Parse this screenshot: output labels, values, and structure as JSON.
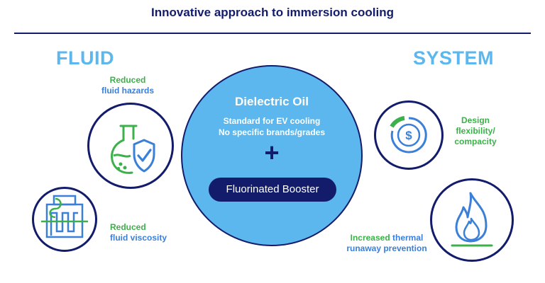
{
  "header": {
    "title": "Innovative approach to immersion cooling"
  },
  "sections": {
    "left_heading": "FLUID",
    "right_heading": "SYSTEM"
  },
  "center": {
    "title": "Dielectric Oil",
    "line1": "Standard for EV cooling",
    "line2": "No specific brands/grades",
    "plus": "+",
    "booster": "Fluorinated Booster"
  },
  "benefits": {
    "hazard": {
      "line1": "Reduced",
      "line2": "fluid hazards"
    },
    "viscosity": {
      "line1": "Reduced",
      "line2": "fluid viscosity"
    },
    "design": {
      "line1": "Design",
      "line2": "flexibility/",
      "line3": "compacity"
    },
    "thermal": {
      "line1a": "Increased",
      "line1b": "thermal",
      "line2": "runaway prevention"
    }
  },
  "colors": {
    "navy": "#131c6b",
    "light_blue": "#5bb7ee",
    "green": "#3cb04a",
    "blue": "#3a7fd8"
  },
  "icons": [
    "flask-shield-icon",
    "heat-exchanger-icon",
    "dollar-gauge-icon",
    "flame-icon"
  ]
}
